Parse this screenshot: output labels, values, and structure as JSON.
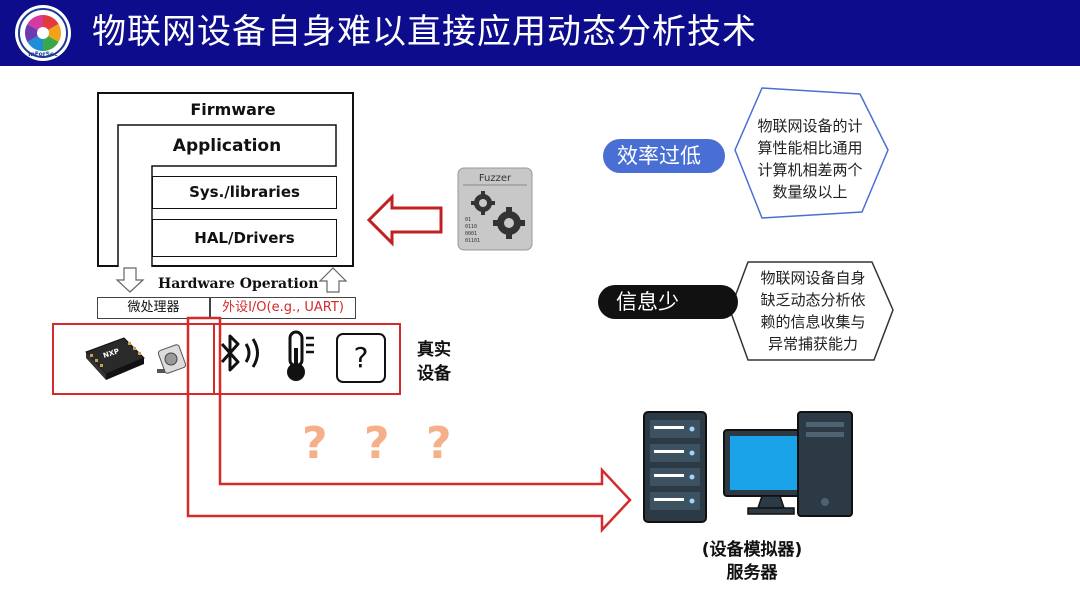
{
  "header": {
    "title": "物联网设备自身难以直接应用动态分析技术",
    "logo_text": "InForSec",
    "bg_color": "#0c0c8c"
  },
  "firmware": {
    "title": "Firmware",
    "application": "Application",
    "libraries": "Sys./libraries",
    "drivers": "HAL/Drivers"
  },
  "hardware": {
    "label": "Hardware Operation",
    "micro": "微处理器",
    "peripheral": "外设I/O(e.g., UART)"
  },
  "fuzzer": {
    "label": "Fuzzer",
    "bits": [
      "01",
      "0110",
      "0001",
      "01101"
    ]
  },
  "real_device": {
    "label_line1": "真实",
    "label_line2": "设备",
    "chip_text": "NXP",
    "question": "?"
  },
  "issues": [
    {
      "tag": "效率过低",
      "text": [
        "物联网设备的计",
        "算性能相比通用",
        "计算机相差两个",
        "数量级以上"
      ]
    },
    {
      "tag": "信息少",
      "text": [
        "物联网设备自身",
        "缺乏动态分析依",
        "赖的信息收集与",
        "异常捕获能力"
      ]
    }
  ],
  "server": {
    "line1": "(设备模拟器)",
    "line2": "服务器"
  },
  "question_marks": [
    "?",
    "?",
    "?"
  ],
  "colors": {
    "red": "#d42a2a",
    "pill_blue": "#4a6fd4",
    "pill_black": "#111111",
    "qmark": "#f5b08a"
  }
}
